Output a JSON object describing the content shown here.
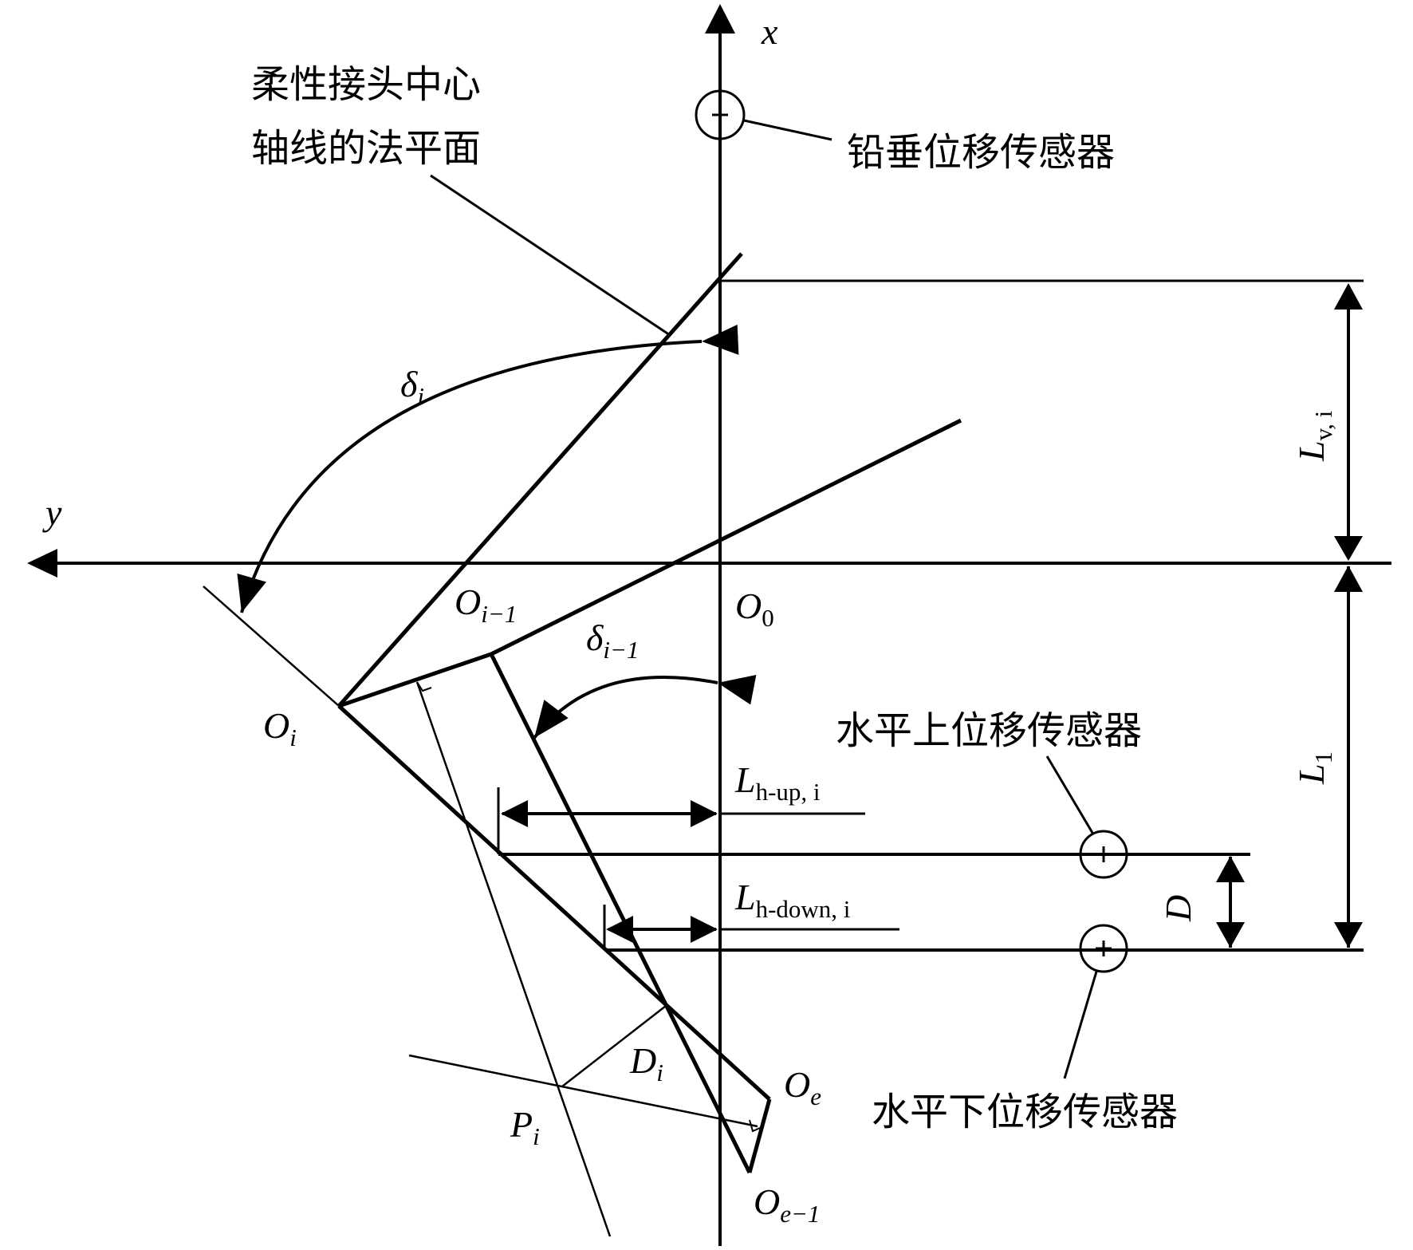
{
  "axes": {
    "x": "x",
    "y": "y"
  },
  "points": {
    "O0": {
      "main": "O",
      "sub": "0"
    },
    "Oi_1": {
      "main": "O",
      "sub": "i−1"
    },
    "Oi": {
      "main": "O",
      "sub": "i"
    },
    "Oe": {
      "main": "O",
      "sub": "e"
    },
    "Oe_1": {
      "main": "O",
      "sub": "e−1"
    },
    "Pi": {
      "main": "P",
      "sub": "i"
    }
  },
  "angles": {
    "delta_i": {
      "main": "δ",
      "sub": "i"
    },
    "delta_i_1": {
      "main": "δ",
      "sub": "i−1"
    }
  },
  "dimensions": {
    "Lv": {
      "main": "L",
      "sub": "v, i"
    },
    "L1": {
      "main": "L",
      "sub": "1"
    },
    "D": {
      "main": "D"
    },
    "Di": {
      "main": "D",
      "sub": "i"
    },
    "Lhup": {
      "main": "L",
      "sub": "h-up, i"
    },
    "Lhdown": {
      "main": "L",
      "sub": "h-down, i"
    }
  },
  "labels": {
    "plane_line1": "柔性接头中心",
    "plane_line2": "轴线的法平面",
    "vertical_sensor": "铅垂位移传感器",
    "upper_sensor": "水平上位移传感器",
    "lower_sensor": "水平下位移传感器"
  }
}
